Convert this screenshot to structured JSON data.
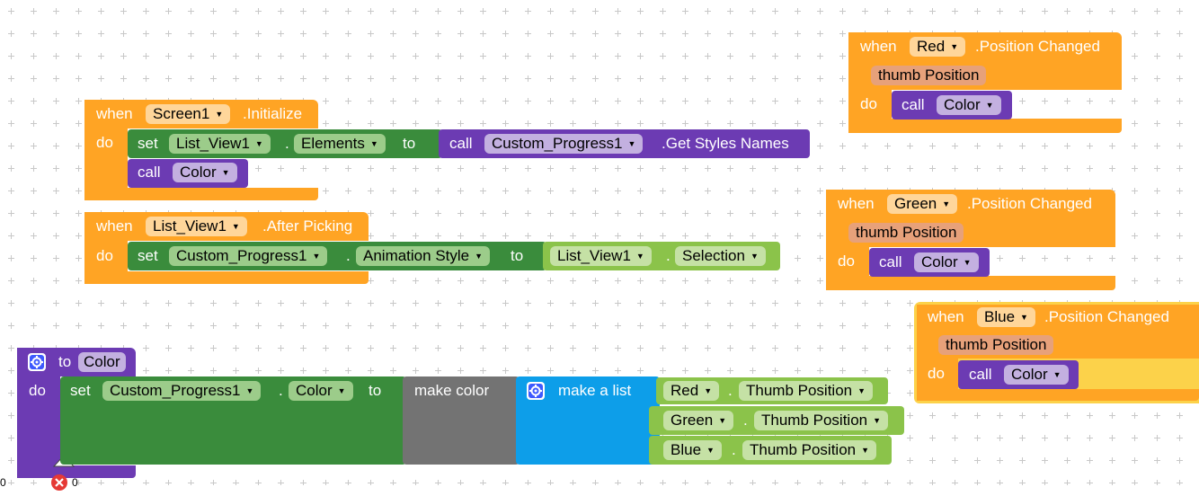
{
  "workspace": {
    "grid": "dotted-cross",
    "zoom_readout_left": "0",
    "error_count": "0"
  },
  "colors": {
    "event": "#ffa424",
    "event_dark": "#e08c14",
    "component_set": "#3a8c3c",
    "component_get": "#8bc34a",
    "procedure": "#6c3bb3",
    "list": "#0d9ee9",
    "math_gray": "#737373",
    "param": "#e7a17a"
  },
  "screen_init": {
    "when": "when",
    "component": "Screen1",
    "event": ".Initialize",
    "do": "do",
    "set": {
      "keyword": "set",
      "component": "List_View1",
      "dot": ".",
      "property": "Elements",
      "to": "to"
    },
    "call_styles": {
      "keyword": "call",
      "component": "Custom_Progress1",
      "method": ".Get Styles Names"
    },
    "call_color": {
      "keyword": "call",
      "procedure": "Color"
    }
  },
  "after_picking": {
    "when": "when",
    "component": "List_View1",
    "event": ".After Picking",
    "do": "do",
    "set": {
      "keyword": "set",
      "component": "Custom_Progress1",
      "dot": ".",
      "property": "Animation Style",
      "to": "to"
    },
    "getter": {
      "component": "List_View1",
      "dot": ".",
      "property": "Selection"
    }
  },
  "slider_events": [
    {
      "when": "when",
      "component": "Red",
      "event": ".Position Changed",
      "param": "thumb Position",
      "do": "do",
      "call": "call",
      "procedure": "Color"
    },
    {
      "when": "when",
      "component": "Green",
      "event": ".Position Changed",
      "param": "thumb Position",
      "do": "do",
      "call": "call",
      "procedure": "Color"
    },
    {
      "when": "when",
      "component": "Blue",
      "event": ".Position Changed",
      "param": "thumb Position",
      "do": "do",
      "call": "call",
      "procedure": "Color"
    }
  ],
  "color_proc": {
    "to": "to",
    "name": "Color",
    "do": "do",
    "set": {
      "keyword": "set",
      "component": "Custom_Progress1",
      "dot": ".",
      "property": "Color",
      "to": "to"
    },
    "make_color": "make color",
    "make_list": "make a list",
    "items": [
      {
        "component": "Red",
        "dot": ".",
        "property": "Thumb Position"
      },
      {
        "component": "Green",
        "dot": ".",
        "property": "Thumb Position"
      },
      {
        "component": "Blue",
        "dot": ".",
        "property": "Thumb Position"
      }
    ]
  }
}
